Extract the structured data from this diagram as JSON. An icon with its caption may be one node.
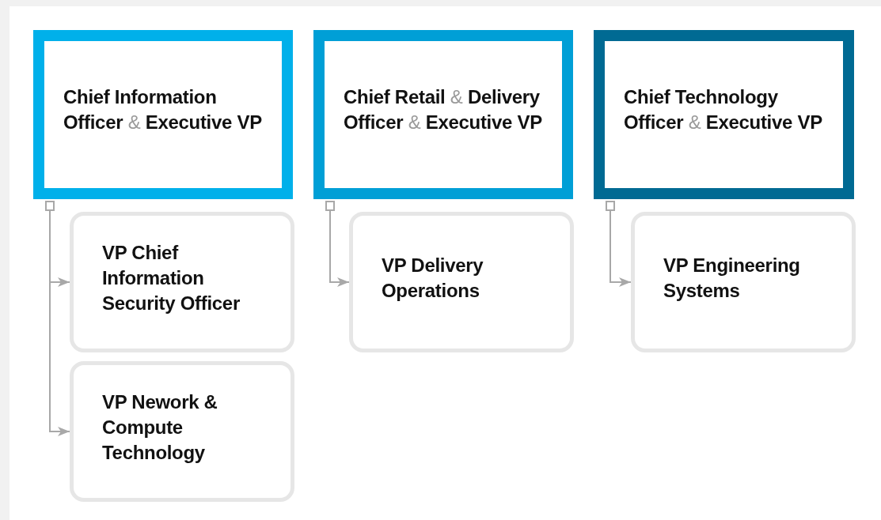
{
  "diagram": {
    "nodes": [
      {
        "text": [
          "**Chief Information Officer** & **Executive VP**"
        ]
      },
      {
        "text": [
          "**Chief Retail** & **Delivery Officer** & **Executive VP**"
        ]
      },
      {
        "text": [
          "**Chief Technology Officer** & **Executive VP**"
        ]
      },
      {
        "text": [
          "VP Chief Information Security Officer"
        ]
      },
      {
        "text": [
          "VP Nework & Compute Technology"
        ]
      },
      {
        "text": [
          "VP Delivery Operations"
        ]
      },
      {
        "text": [
          "VP Engineering Systems"
        ]
      }
    ],
    "edges": [
      {
        "from": 0,
        "to": 3,
        "arrow": "to"
      },
      {
        "from": 0,
        "to": 4,
        "arrow": "to"
      },
      {
        "from": 1,
        "to": 5,
        "arrow": "to"
      },
      {
        "from": 2,
        "to": 6,
        "arrow": "to"
      }
    ]
  }
}
